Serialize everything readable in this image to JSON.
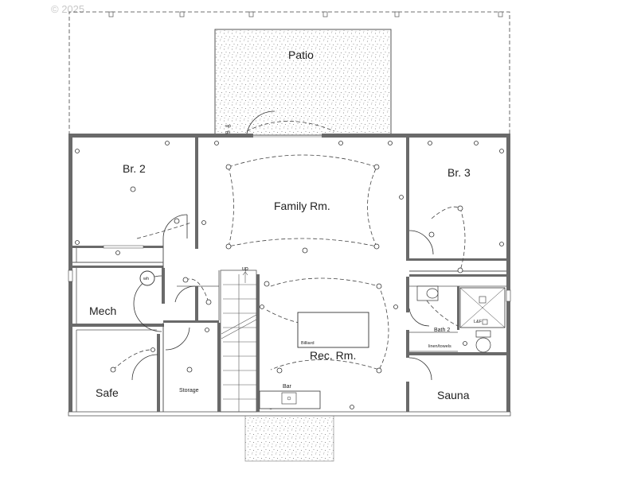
{
  "watermark": "© 2025",
  "rooms": {
    "patio": "Patio",
    "br2": "Br. 2",
    "family": "Family Rm.",
    "br3": "Br. 3",
    "mech": "Mech",
    "rec": "Rec. Rm.",
    "bath2": "Bath 2",
    "safe": "Safe",
    "storage": "Storage",
    "sauna": "Sauna"
  },
  "labels": {
    "up": "up",
    "wh": "wh",
    "billiard": "Billiard",
    "bar": "Bar",
    "linen": "linen/towels",
    "lf": "L&F",
    "wp": "wp",
    "gfi": "gfi"
  }
}
